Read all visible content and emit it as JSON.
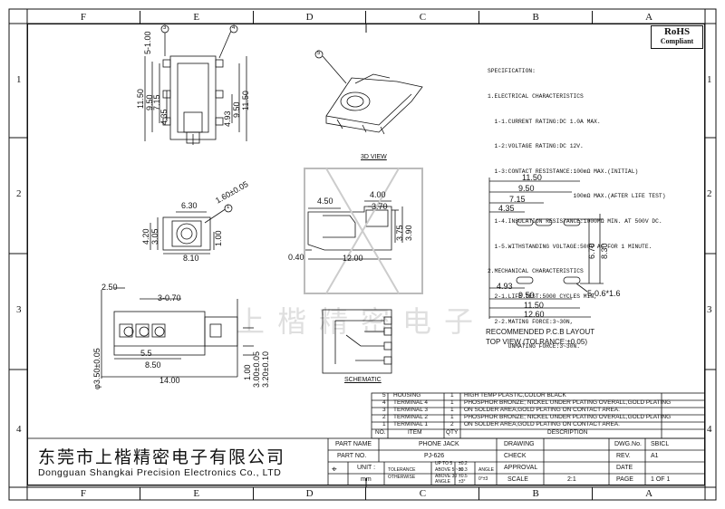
{
  "border": {
    "columns": [
      "F",
      "E",
      "D",
      "C",
      "B",
      "A"
    ],
    "rows": [
      "1",
      "2",
      "3",
      "4"
    ]
  },
  "rohs": {
    "line1": "RoHS",
    "line2": "Compliant"
  },
  "spec": [
    "SPECIFICATION:",
    "1.ELECTRICAL CHARACTERISTICS",
    "  1-1.CURRENT RATING:DC 1.0A MAX.",
    "  1-2:VOLTAGE RATING:DC 12V.",
    "  1-3:CONTACT RESISTANCE:100mΩ MAX.(INITIAL)",
    "                         100mΩ MAX.(AFTER LIFE TEST)",
    "  1-4.INSULATION RESISTANCE:1000MΩ MIN. AT 500V DC.",
    "  1-5.WITHSTANDING VOLTAGE:500V AC FOR 1 MINUTE.",
    "2.MECHANICAL CHARACTERISTICS",
    "  2-1.LIFE TEST:5000 CYCLES MIN,",
    "  2-2.MATING FORCE:3~30N,",
    "      UNMATING FORCE:3~30N."
  ],
  "views": {
    "view3d_label": "3D VIEW",
    "schematic_label": "SCHEMATIC",
    "pcb_label1": "RECOMMENDED P.C.B LAYOUT",
    "pcb_label2": "TOP VIEW (TOLRANCE:±0.05)"
  },
  "dims": {
    "top_5_100": "5-1.00",
    "top_1150_l": "11.50",
    "top_950_l": "9.50",
    "top_715": "7.15",
    "top_435": "4.35",
    "top_493": "4.93",
    "top_950_r": "9.50",
    "top_1150_r": "11.50",
    "f_630": "6.30",
    "f_160": "1.60±0.05",
    "f_420": "4.20",
    "f_305": "3.05",
    "f_810": "8.10",
    "f_100": "1.00",
    "s_450": "4.50",
    "s_400": "4.00",
    "s_370": "3.70",
    "s_375": "3.75",
    "s_390": "3.90",
    "s_040": "0.40",
    "s_1200": "12.00",
    "b_250": "2.50",
    "b_3070": "3-0.70",
    "b_55": "5.5",
    "b_850": "8.50",
    "b_1400": "14.00",
    "b_350": "φ3.50±0.05",
    "b_100": "1.00",
    "b_300": "3.00±0.05",
    "b_320": "3.20±0.10",
    "p_1150": "11.50",
    "p_950": "9.50",
    "p_715": "7.15",
    "p_435": "4.35",
    "p_670": "6.70",
    "p_830": "8.30",
    "p_493": "4.93",
    "p_950b": "9.50",
    "p_5061": "5-0.6*1.6",
    "p_1150b": "11.50",
    "p_1260": "12.60"
  },
  "balloons": [
    "1",
    "2",
    "3",
    "4",
    "5"
  ],
  "parts_table": {
    "rows": [
      {
        "no": "5",
        "name": "HOUSING",
        "qty": "1",
        "desc": "HIGH TEMP PLASTIC,COLOR BLACK"
      },
      {
        "no": "4",
        "name": "TERMINAL 4",
        "qty": "1",
        "desc": "PHOSPHOR BRONZE; NICKEL UNDER PLATING OVERALL,GOLD PLATING"
      },
      {
        "no": "3",
        "name": "TERMINAL 3",
        "qty": "1",
        "desc": "ON SOLDER AREA,GOLD PLATING ON CONTACT AREA."
      },
      {
        "no": "2",
        "name": "TERMINAL 2",
        "qty": "1",
        "desc": "PHOSPHOR BRONZE; NICKEL UNDER PLATING OVERALL,GOLD PLATING"
      },
      {
        "no": "1",
        "name": "TERMINAL 1",
        "qty": "2",
        "desc": "ON SOLDER AREA,GOLD PLATING ON CONTACT AREA."
      }
    ],
    "header": {
      "no": "NO.",
      "item": "ITEM",
      "qty": "QTY",
      "desc": "DESCRIPTION"
    }
  },
  "title_block": {
    "company_cn": "东莞市上楷精密电子有限公司",
    "company_en": "Dongguan Shangkai Precision Electronics Co., LTD",
    "part_name_label": "PART NAME",
    "part_name": "PHONE JACK",
    "part_no_label": "PART NO.",
    "part_no": "PJ-626",
    "unit_label": "UNIT :",
    "unit": "mm",
    "tol_label1": "TOLERANCE",
    "tol_label2": "OTHERWISE",
    "tol_up5": "UP TO 5",
    "tol_above5": "ABOVE 5 ~30",
    "tol_above30": "ABOVE 30",
    "tol_v1": "±0.2",
    "tol_v2": "±0.3",
    "tol_v3": "±0.5",
    "angle_label": "ANGLE",
    "angle_label2": "ANGLE",
    "angle_v": "±3°",
    "angle_v2": "0°±3",
    "drawing": "DRAWING",
    "check": "CHECK",
    "approval": "APPROVAL",
    "scale_label": "SCALE",
    "scale": "2:1",
    "dwg_no_label": "DWG.No.",
    "dwg_no": "SBICL",
    "rev_label": "REV.",
    "rev": "A1",
    "date_label": "DATE",
    "page_label": "PAGE",
    "page": "1 OF 1"
  },
  "watermark": "上楷精密电子"
}
